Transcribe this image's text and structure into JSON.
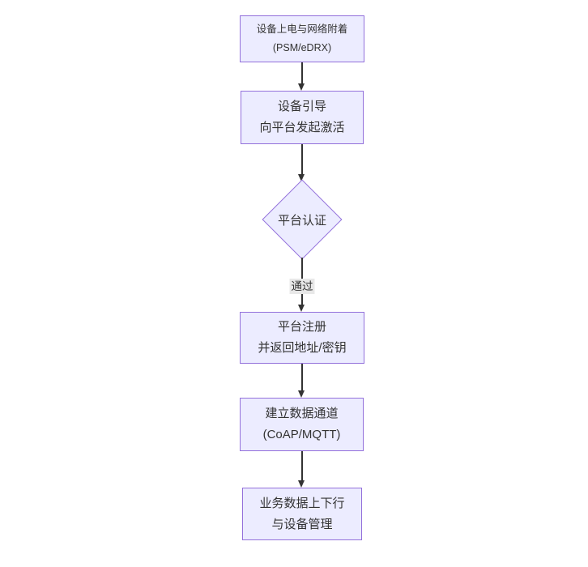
{
  "page": {
    "background": "#ffffff"
  },
  "flowchart": {
    "type": "flowchart",
    "direction": "top-down",
    "nodes": [
      {
        "id": "power-attach",
        "shape": "rect",
        "lines": [
          "设备上电与网络附着",
          "(PSM/eDRX)"
        ]
      },
      {
        "id": "bootstrap",
        "shape": "rect",
        "lines": [
          "设备引导",
          "向平台发起激活"
        ]
      },
      {
        "id": "auth",
        "shape": "diamond",
        "lines": [
          "平台认证"
        ]
      },
      {
        "id": "register",
        "shape": "rect",
        "lines": [
          "平台注册",
          "并返回地址/密钥"
        ]
      },
      {
        "id": "channel",
        "shape": "rect",
        "lines": [
          "建立数据通道",
          "(CoAP/MQTT)"
        ]
      },
      {
        "id": "business",
        "shape": "rect",
        "lines": [
          "业务数据上下行",
          "与设备管理"
        ]
      }
    ],
    "edges": [
      {
        "from": "power-attach",
        "to": "bootstrap",
        "label": ""
      },
      {
        "from": "bootstrap",
        "to": "auth",
        "label": ""
      },
      {
        "from": "auth",
        "to": "register",
        "label": "通过"
      },
      {
        "from": "register",
        "to": "channel",
        "label": ""
      },
      {
        "from": "channel",
        "to": "business",
        "label": ""
      }
    ],
    "colors": {
      "node_fill": "#ECECFF",
      "node_border": "#9370DB",
      "connector": "#333333",
      "edge_label_bg": "#e8e8e8",
      "text": "#333333"
    }
  }
}
